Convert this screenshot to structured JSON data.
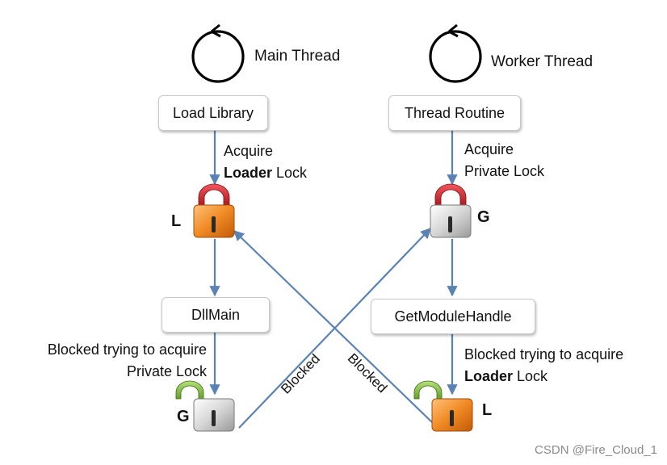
{
  "main_thread": {
    "title": "Main Thread",
    "load_library": "Load Library",
    "acquire_1": "Acquire",
    "acquire_2_bold": "Loader",
    "acquire_2_rest": " Lock",
    "lock_letter": "L",
    "dllmain": "DllMain",
    "blocked_1": "Blocked trying to acquire",
    "blocked_2": "Private Lock",
    "blocked_lock_letter": "G"
  },
  "worker_thread": {
    "title": "Worker Thread",
    "thread_routine": "Thread Routine",
    "acquire_1": "Acquire",
    "acquire_2": "Private Lock",
    "lock_letter": "G",
    "get_module_handle": "GetModuleHandle",
    "blocked_1": "Blocked trying to acquire",
    "blocked_2_bold": "Loader",
    "blocked_2_rest": " Lock",
    "blocked_lock_letter": "L"
  },
  "cross_labels": {
    "left": "Blocked",
    "right": "Blocked"
  },
  "colors": {
    "arrow": "#5b82b5",
    "loader_lock": "#f08a24",
    "private_lock": "#c8c8c8",
    "shackle_red": "#d4242b",
    "shackle_green": "#7cbf3c"
  },
  "watermark": "CSDN @Fire_Cloud_1"
}
